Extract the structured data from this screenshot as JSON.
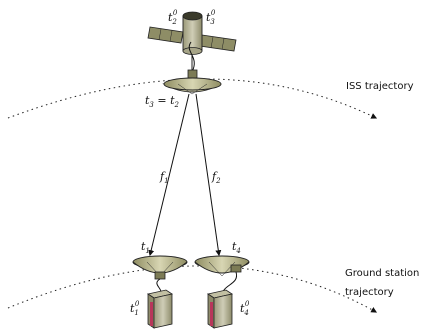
{
  "labels": {
    "iss_trajectory": "ISS trajectory",
    "ground_trajectory_line1": "Ground station",
    "ground_trajectory_line2": "trajectory",
    "t3_eq_t2": "t",
    "t3_sub": "3",
    "t3_eq": " = t",
    "t2_sub": "2",
    "sat_t2": "t",
    "sat_t2_sup": "0",
    "sat_t2_sub": "2",
    "sat_t3": "t",
    "sat_t3_sup": "0",
    "sat_t3_sub": "3",
    "f1": "f",
    "f1_sub": "1",
    "f2": "f",
    "f2_sub": "2",
    "t1": "t",
    "t1_sub": "1",
    "t4": "t",
    "t4_sub": "4",
    "clock1": "t",
    "clock1_sup": "0",
    "clock1_sub": "1",
    "clock4": "t",
    "clock4_sup": "0",
    "clock4_sub": "4"
  },
  "colors": {
    "dish": "#c9c7a0",
    "dish_dark": "#7c7b55",
    "panel": "#8e8d66",
    "clock_body": "#a6a487",
    "clock_accent": "#b8365a",
    "line": "#111111"
  }
}
